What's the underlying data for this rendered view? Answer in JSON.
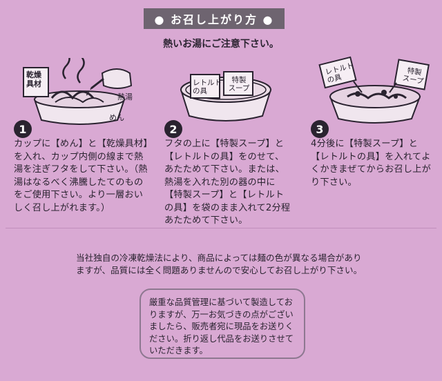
{
  "header": {
    "title": "● お召し上がり方 ●",
    "warning": "熱いお湯にご注意下さい。"
  },
  "steps": [
    {
      "number": "1",
      "labels": {
        "ingredients": "乾燥\n具材",
        "hot_water": "熱湯",
        "noodles": "めん"
      },
      "text": "カップに【めん】と【乾燥具材】を入れ、カップ内側の線まで熱湯を注ぎフタをして下さい。（熱湯はなるべく沸騰したてのものをご使用下さい。より一層おいしく召し上がれます。）"
    },
    {
      "number": "2",
      "labels": {
        "retort": "レトルト\nの具",
        "soup": "特製\nスープ"
      },
      "text": "フタの上に【特製スープ】と【レトルトの具】をのせて、あたためて下さい。または、熱湯を入れた別の器の中に【特製スープ】と【レトルトの具】を袋のまま入れて2分程あたためて下さい。"
    },
    {
      "number": "3",
      "labels": {
        "retort": "レトルト\nの具",
        "soup": "特製\nスープ"
      },
      "text": "4分後に【特製スープ】と【レトルトの具】を入れてよくかきまぜてからお召し上がり下さい。"
    }
  ],
  "note": "当社独自の冷凍乾燥法により、商品によっては麺の色が異なる場合がありますが、品質には全く問題ありませんので安心してお召し上がり下さい。",
  "notice": "厳重な品質管理に基づいて製造しておりますが、万一お気づきの点がございましたら、販売者宛に現品をお送りください。折り返し代品をお送りさせていただきます。",
  "colors": {
    "background": "#d9a9d3",
    "banner": "#6e6470",
    "ink": "#2a2330"
  }
}
